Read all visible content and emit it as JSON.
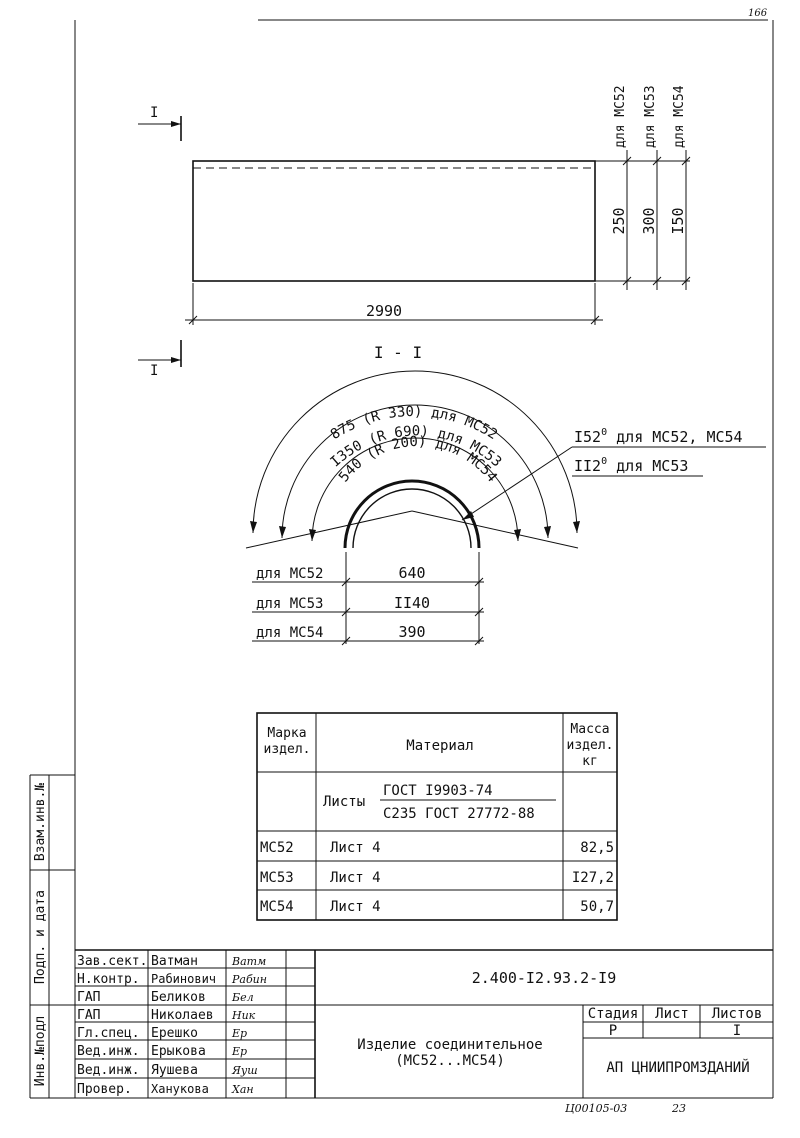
{
  "sheet": {
    "corner_mark": "166",
    "footer_code": "Ц00105-03",
    "footer_page": "23"
  },
  "plan_view": {
    "section_mark": "I",
    "length": "2990",
    "height_labels": [
      {
        "mark": "для МС52",
        "dim": "250"
      },
      {
        "mark": "для МС53",
        "dim": "300"
      },
      {
        "mark": "для МС54",
        "dim": "I50"
      }
    ]
  },
  "section_view": {
    "title": "I - I",
    "arcs": [
      "875 (R 330) для МС52",
      "I350 (R 690) для МС53",
      "540 (R 200) для МС54"
    ],
    "angle_1": {
      "base": "I52",
      "sup": "0",
      "rest": " для МС52, МС54"
    },
    "angle_2": {
      "base": "II2",
      "sup": "0",
      "rest": " для МС53"
    },
    "chords": [
      {
        "label": "для МС52",
        "value": "640"
      },
      {
        "label": "для МС53",
        "value": "II40"
      },
      {
        "label": "для МС54",
        "value": "390"
      }
    ]
  },
  "material_table": {
    "head_mark_1": "Марка",
    "head_mark_2": "издел.",
    "head_material": "Материал",
    "head_mass_1": "Масса",
    "head_mass_2": "издел.",
    "head_mass_3": "кг",
    "sheets_label": "Листы",
    "gost_1": "ГОСТ I9903-74",
    "gost_2": "С235 ГОСТ 27772-88",
    "rows": [
      {
        "mark": "МС52",
        "material": "Лист 4",
        "mass": "82,5"
      },
      {
        "mark": "МС53",
        "material": "Лист 4",
        "mass": "I27,2"
      },
      {
        "mark": "МС54",
        "material": "Лист 4",
        "mass": "50,7"
      }
    ]
  },
  "left_strip": {
    "inv_replace": "Взам.инв.№",
    "sign_date": "Подп. и дата",
    "inv_orig": "Инв.№подл"
  },
  "title_block": {
    "document_code": "2.400-I2.93.2-I9",
    "title_line_1": "Изделие соединительное",
    "title_line_2": "(МС52...МС54)",
    "stage_head": "Стадия",
    "sheet_head": "Лист",
    "sheets_head": "Листов",
    "stage": "Р",
    "sheets_total": "I",
    "organization": "АП ЦНИИПРОМЗДАНИЙ",
    "staff": [
      {
        "role": "Зав.сект.",
        "name": "Ватман",
        "sign": "Ватм"
      },
      {
        "role": "Н.контр.",
        "name": "Рабинович",
        "sign": "Рабин"
      },
      {
        "role": "ГАП",
        "name": "Беликов",
        "sign": "Бел"
      },
      {
        "role": "ГАП",
        "name": "Николаев",
        "sign": "Ник"
      },
      {
        "role": "Гл.спец.",
        "name": "Ерешко",
        "sign": "Ер"
      },
      {
        "role": "Вед.инж.",
        "name": "Ерыкова",
        "sign": "Ер"
      },
      {
        "role": "Вед.инж.",
        "name": "Яушева",
        "sign": "Яуш"
      },
      {
        "role": "Провер.",
        "name": "Ханукова",
        "sign": "Хан"
      }
    ]
  }
}
